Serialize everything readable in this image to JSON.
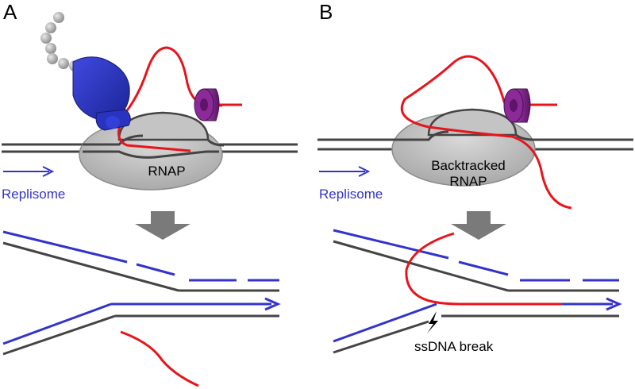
{
  "panels": {
    "a": {
      "letter": "A",
      "rnap_label": "RNAP",
      "replisome_label": "Replisome"
    },
    "b": {
      "letter": "B",
      "rnap_label_line1": "Backtracked",
      "rnap_label_line2": "RNAP",
      "replisome_label": "Replisome",
      "break_label": "ssDNA break"
    }
  },
  "colors": {
    "dna": "#444444",
    "replisome": "#3333cc",
    "rna": "#e8141b",
    "rnap_fill": "#b8b8b8",
    "ribosome": "#2b35c8",
    "factor": "#7a1f86",
    "arrow": "#7a7a7a",
    "beads": "#9a9a9a"
  },
  "icons": [
    "rnap-ellipse",
    "ribosome-icon",
    "polypeptide-beads-icon",
    "mfd-factor-icon",
    "down-arrow-icon",
    "ssdna-break-icon"
  ]
}
